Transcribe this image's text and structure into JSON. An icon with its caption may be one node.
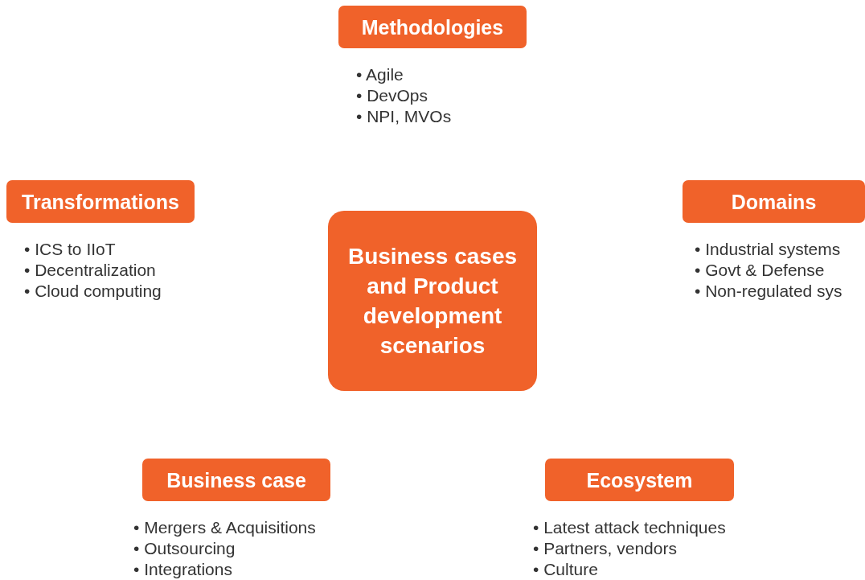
{
  "diagram": {
    "nodes": [
      {
        "text": [
          "Business cases and Product development scenarios"
        ]
      },
      {
        "text": [
          "Methodologies"
        ],
        "beside": [
          "• Agile",
          "• DevOps",
          "• NPI, MVOs"
        ]
      },
      {
        "text": [
          "Transformations"
        ],
        "beside": [
          "• ICS to IIoT",
          "• Decentralization",
          "• Cloud computing"
        ]
      },
      {
        "text": [
          "Domains"
        ],
        "beside": [
          "• Industrial systems",
          "• Govt & Defense",
          "• Non-regulated sys"
        ]
      },
      {
        "text": [
          "Business case"
        ],
        "beside": [
          "• Mergers & Acquisitions",
          "• Outsourcing",
          "• Integrations"
        ]
      },
      {
        "text": [
          "Ecosystem"
        ],
        "beside": [
          "• Latest attack techniques",
          "• Partners, vendors",
          "• Culture"
        ]
      }
    ]
  }
}
